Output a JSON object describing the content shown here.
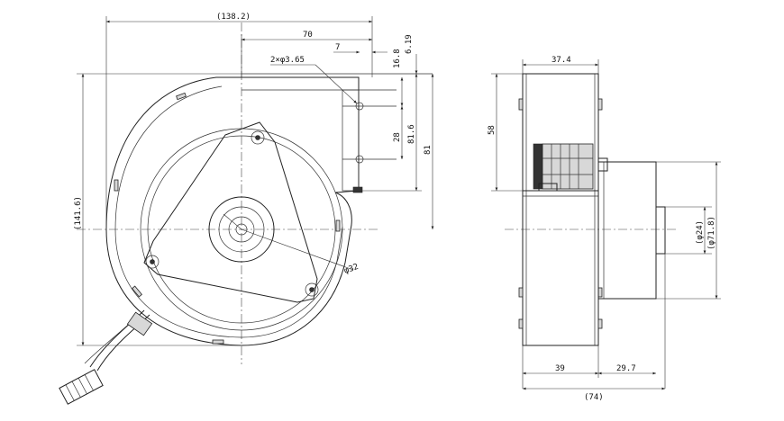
{
  "front_view": {
    "overall_width": "(138.2)",
    "outlet_offset": "70",
    "hole_offset": "7",
    "mount_holes": "2×φ3.65",
    "top_offset_a": "6.19",
    "top_offset_b": "16.8",
    "hole_pitch": "28",
    "height_a": "81.6",
    "height_b": "81",
    "overall_height": "(141.6)",
    "hub_diameter": "φ32"
  },
  "side_view": {
    "outlet_width": "37.4",
    "outlet_height": "58",
    "hub_diameter": "(φ24)",
    "motor_diameter": "(φ71.8)",
    "housing_depth": "39",
    "motor_depth": "29.7",
    "overall_depth": "(74)"
  }
}
